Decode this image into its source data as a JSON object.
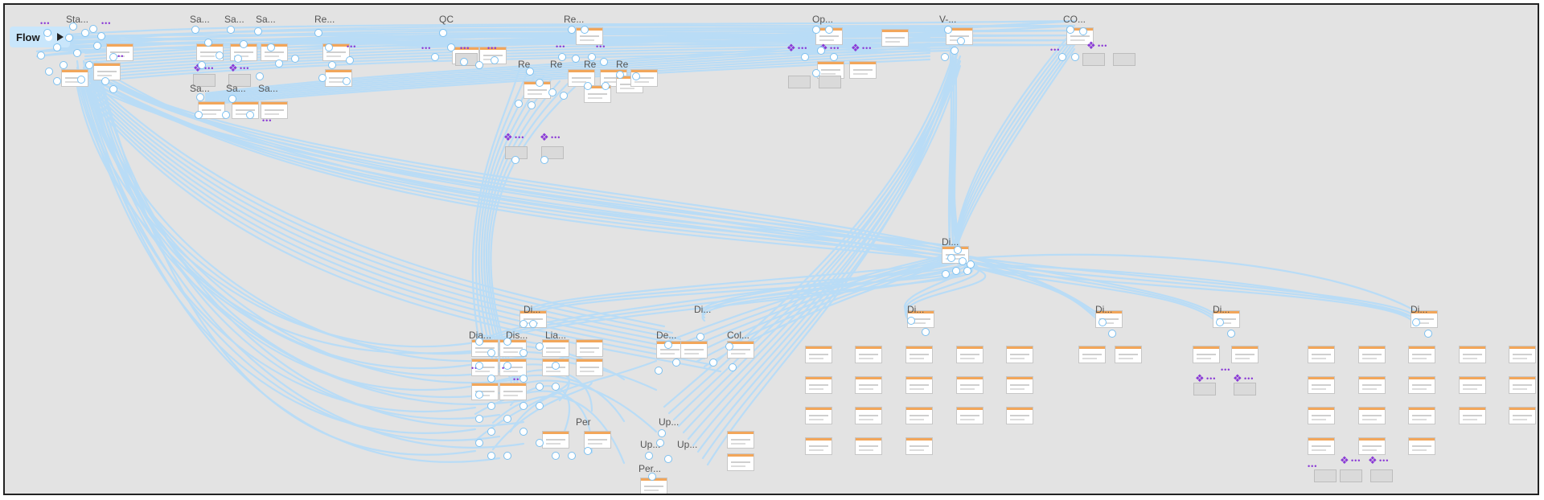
{
  "canvas": {
    "background": "#e3e3e3",
    "connector_color": "#b9dcf6",
    "accent": "#f2a65a",
    "component_color": "#8a3ad6"
  },
  "flow": {
    "label": "Flow",
    "icons": [
      "start-dot-icon",
      "play-icon"
    ]
  },
  "groups": [
    {
      "id": "g0",
      "label": "Sta..."
    },
    {
      "id": "g1",
      "label": "Sa..."
    },
    {
      "id": "g2",
      "label": "Sa..."
    },
    {
      "id": "g3",
      "label": "Sa..."
    },
    {
      "id": "g4",
      "label": "Re..."
    },
    {
      "id": "g5",
      "label": "QC"
    },
    {
      "id": "g6",
      "label": "Re..."
    },
    {
      "id": "g7",
      "label": "Op..."
    },
    {
      "id": "g8",
      "label": "V-..."
    },
    {
      "id": "g9",
      "label": "CO..."
    },
    {
      "id": "g10",
      "label": "Di..."
    },
    {
      "id": "g11",
      "label": "Di..."
    },
    {
      "id": "g12",
      "label": "Di..."
    },
    {
      "id": "g13",
      "label": "Di..."
    },
    {
      "id": "g14",
      "label": "Di..."
    },
    {
      "id": "g15",
      "label": "Di..."
    },
    {
      "id": "g16",
      "label": "Di..."
    },
    {
      "id": "g17",
      "label": "Dia..."
    },
    {
      "id": "g18",
      "label": "Dis..."
    },
    {
      "id": "g19",
      "label": "Lia..."
    },
    {
      "id": "g20",
      "label": "De..."
    },
    {
      "id": "g21",
      "label": "Col..."
    },
    {
      "id": "g22",
      "label": "Per"
    },
    {
      "id": "g23",
      "label": "Up..."
    },
    {
      "id": "g24",
      "label": "Up..."
    },
    {
      "id": "g25",
      "label": "Up..."
    },
    {
      "id": "g26",
      "label": "Per..."
    },
    {
      "id": "g27",
      "label": "Sa..."
    },
    {
      "id": "g28",
      "label": "Sa..."
    },
    {
      "id": "g29",
      "label": "Sa..."
    },
    {
      "id": "g30",
      "label": "Re"
    },
    {
      "id": "g31",
      "label": "Re"
    },
    {
      "id": "g32",
      "label": "Re"
    },
    {
      "id": "g33",
      "label": "Re"
    }
  ],
  "icons": {
    "component": "component-diamond-icon",
    "more": "more-dots-icon",
    "knob": "connection-knob-icon"
  },
  "more_text": "•••",
  "component_glyph": "❖"
}
